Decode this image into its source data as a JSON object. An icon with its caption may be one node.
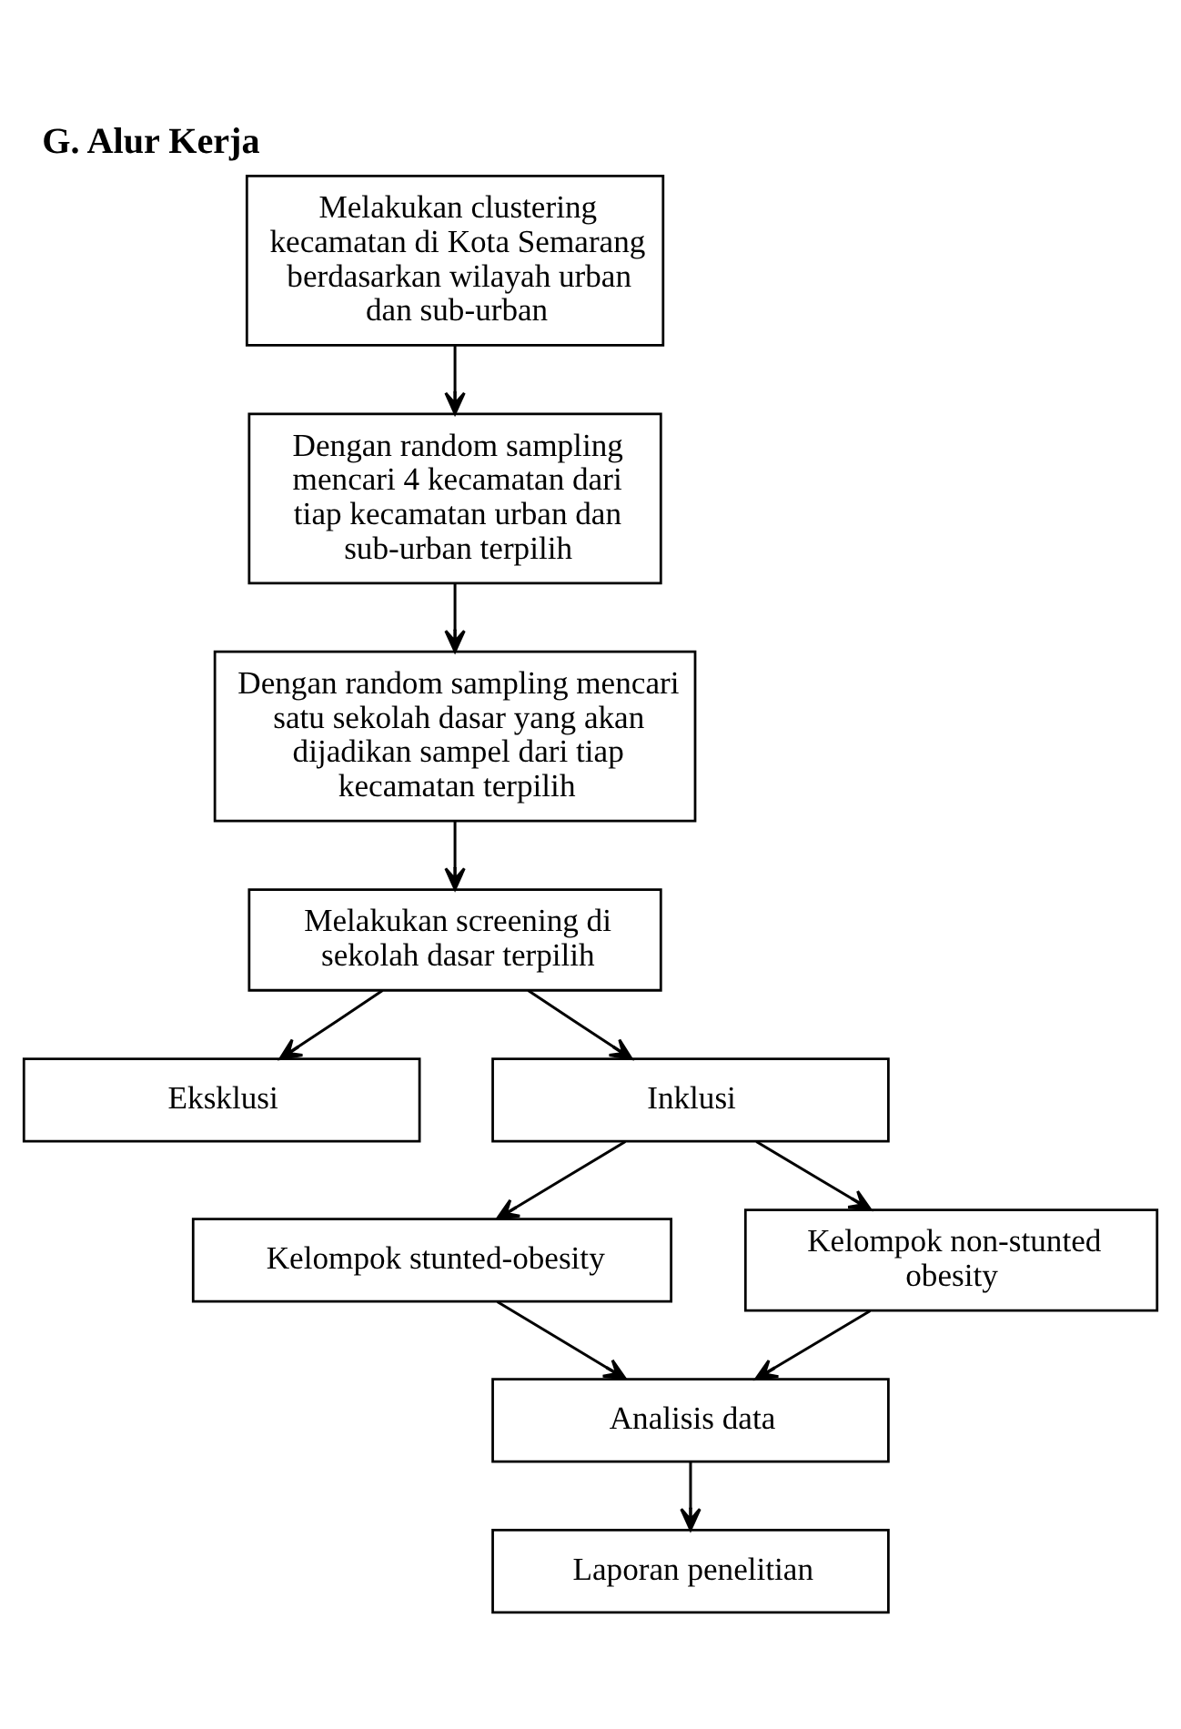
{
  "diagram": {
    "title": "G. Alur Kerja",
    "nodes": [
      {
        "text": [
          "Melakukan clustering kecamatan di Kota Semarang berdasarkan wilayah urban dan sub-urban"
        ]
      },
      {
        "text": [
          "Dengan random sampling mencari 4 kecamatan dari tiap kecamatan urban dan sub-urban terpilih"
        ]
      },
      {
        "text": [
          "Dengan random sampling mencari satu sekolah dasar yang akan dijadikan sampel dari tiap kecamatan terpilih"
        ]
      },
      {
        "text": [
          "Melakukan screening di sekolah dasar terpilih"
        ]
      },
      {
        "text": [
          "Eksklusi"
        ]
      },
      {
        "text": [
          "Inklusi"
        ]
      },
      {
        "text": [
          "Kelompok stunted-obesity"
        ]
      },
      {
        "text": [
          "Kelompok non-stunted obesity"
        ]
      },
      {
        "text": [
          "Analisis data"
        ]
      },
      {
        "text": [
          "Laporan penelitian"
        ]
      }
    ],
    "edges": [
      {
        "from": 0,
        "to": 1,
        "arrow": "to"
      },
      {
        "from": 1,
        "to": 2,
        "arrow": "to"
      },
      {
        "from": 2,
        "to": 3,
        "arrow": "to"
      },
      {
        "from": 3,
        "to": 4,
        "arrow": "to"
      },
      {
        "from": 3,
        "to": 5,
        "arrow": "to"
      },
      {
        "from": 5,
        "to": 6,
        "arrow": "to"
      },
      {
        "from": 5,
        "to": 7,
        "arrow": "to"
      },
      {
        "from": 6,
        "to": 8,
        "arrow": "to"
      },
      {
        "from": 7,
        "to": 8,
        "arrow": "to"
      },
      {
        "from": 8,
        "to": 9,
        "arrow": "to"
      }
    ]
  }
}
